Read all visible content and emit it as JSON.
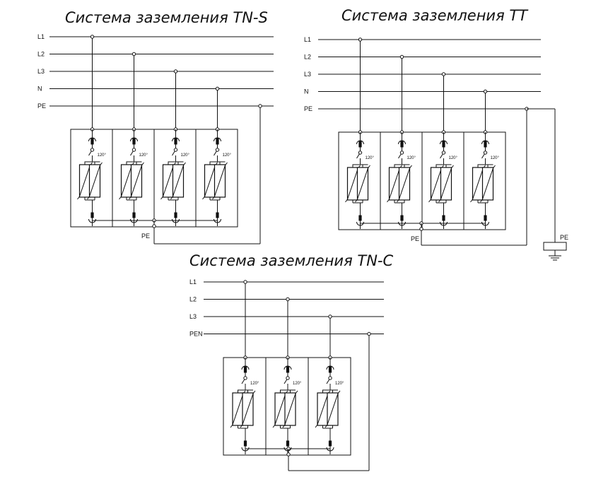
{
  "diagrams": [
    {
      "title": "Система заземления TN-S",
      "lines": [
        "L1",
        "L2",
        "L3",
        "N",
        "PE"
      ],
      "pe_label": "PE",
      "rating": "120°",
      "earth_label": ""
    },
    {
      "title": "Система заземления TT",
      "lines": [
        "L1",
        "L2",
        "L3",
        "N",
        "PE"
      ],
      "pe_label": "PE",
      "rating": "120°",
      "earth_label": "PE"
    },
    {
      "title": "Система заземления TN-C",
      "lines": [
        "L1",
        "L2",
        "L3",
        "PEN"
      ],
      "pe_label": "",
      "rating": "120°",
      "earth_label": ""
    }
  ]
}
